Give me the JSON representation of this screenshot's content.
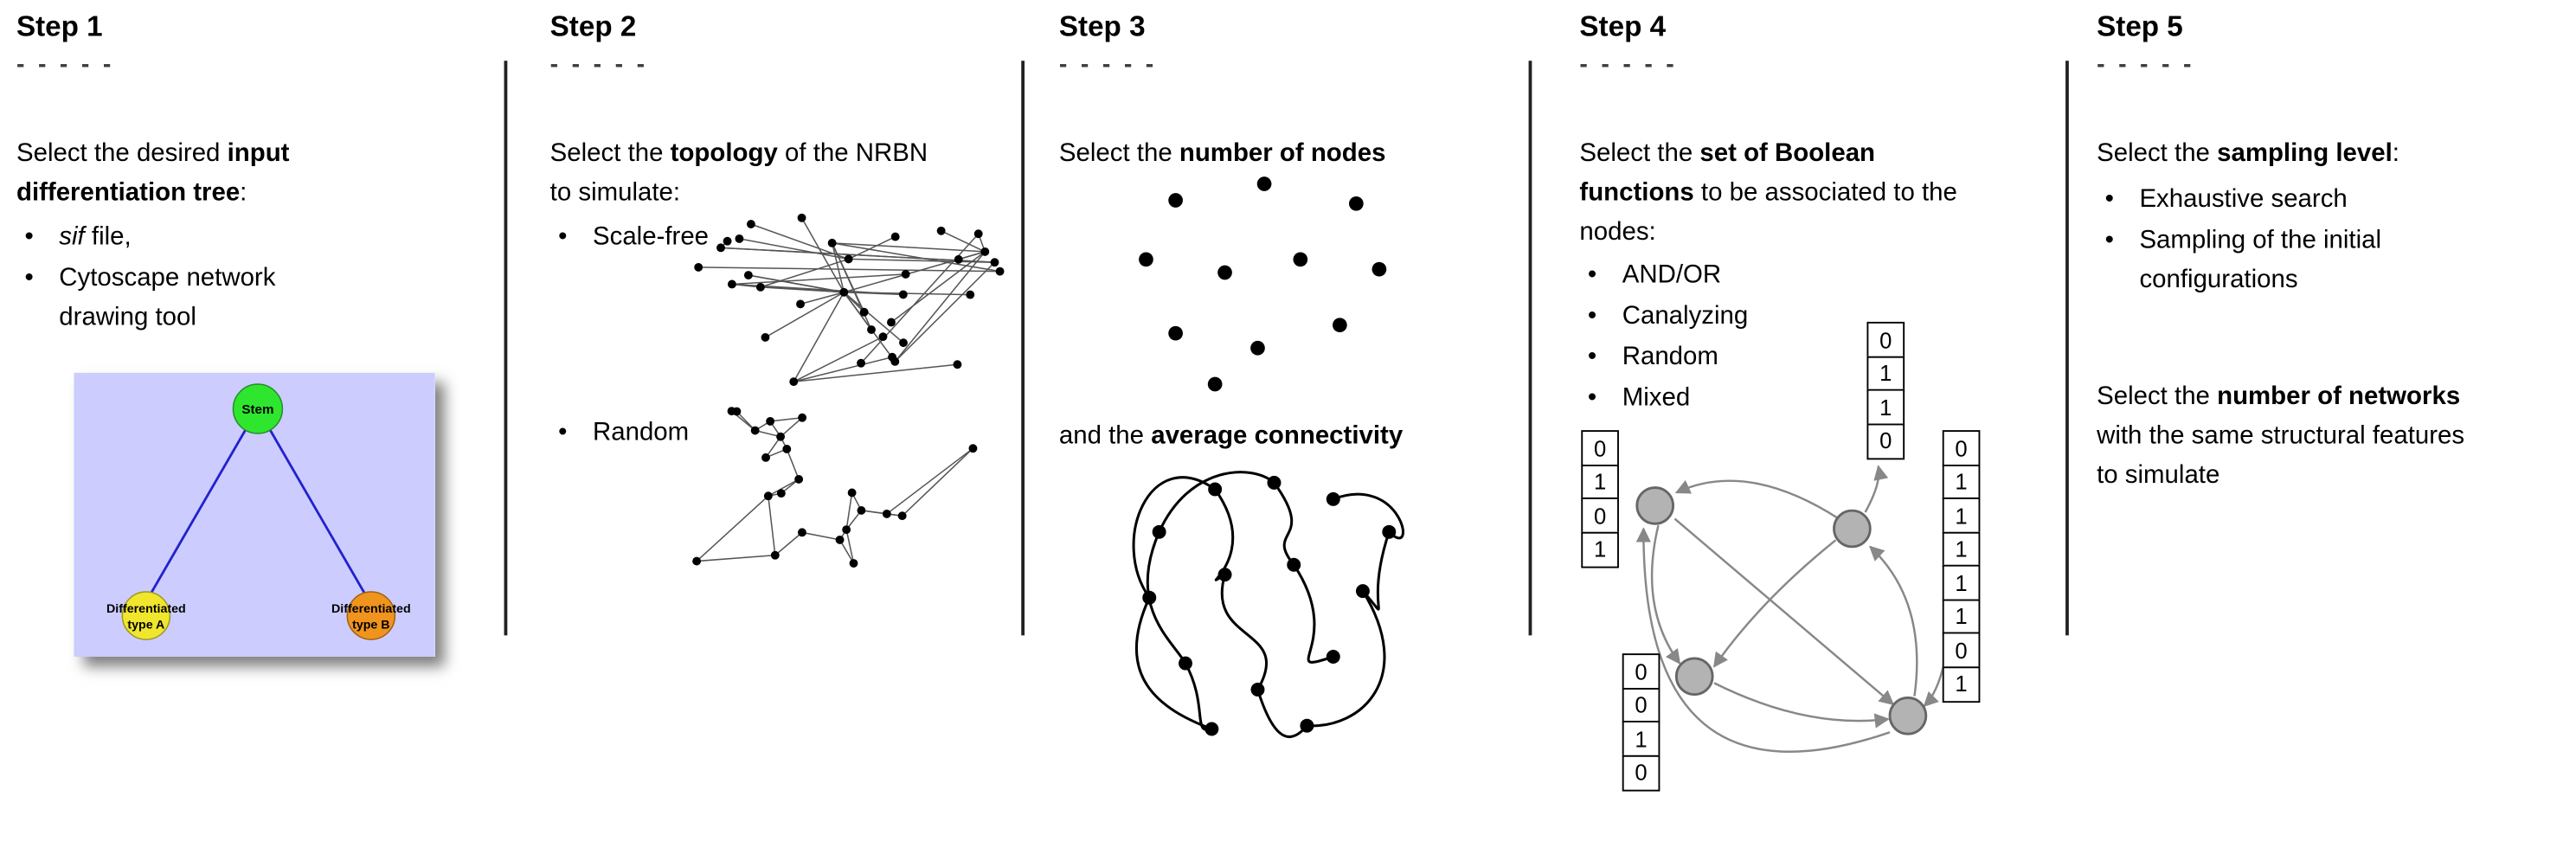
{
  "ui": {
    "bullet": "•"
  },
  "colors": {
    "tree_bg": "#ccccff",
    "tree_edge": "#2222cc",
    "stem_node": "#2ee62e",
    "type_a_node": "#f0e62e",
    "type_b_node": "#f0941e",
    "boolean_node": "#b3b3b3"
  },
  "steps": [
    {
      "title": "Step 1",
      "dashes": "- - - - -",
      "intro": {
        "prefix": "Select the desired ",
        "bold": "input differentiation tree",
        "suffix": ":"
      },
      "bullets": [
        {
          "italic": "sif",
          "rest": " file,"
        },
        {
          "text": "Cytoscape network drawing tool"
        }
      ],
      "tree": {
        "stem": "Stem",
        "type_a": [
          "Differentiated",
          "type A"
        ],
        "type_b": [
          "Differentiated",
          "type B"
        ]
      }
    },
    {
      "title": "Step 2",
      "dashes": "- - - - -",
      "intro": {
        "prefix": "Select the ",
        "bold": "topology",
        "suffix": " of the NRBN to simulate:"
      },
      "bullets": [
        {
          "text": "Scale-free"
        },
        {
          "text": "Random"
        }
      ]
    },
    {
      "title": "Step 3",
      "dashes": "- - - - -",
      "intro": {
        "prefix": "Select the ",
        "bold": "number of nodes",
        "suffix": ""
      },
      "second": {
        "prefix": "and the ",
        "bold": "average connectivity",
        "suffix": ""
      }
    },
    {
      "title": "Step 4",
      "dashes": "- - - - -",
      "intro": {
        "prefix": "Select the ",
        "bold": "set of Boolean functions",
        "suffix": " to be associated to the nodes:"
      },
      "bullets": [
        {
          "text": "AND/OR"
        },
        {
          "text": "Canalyzing"
        },
        {
          "text": "Random"
        },
        {
          "text": "Mixed"
        }
      ],
      "tables": {
        "left": [
          "0",
          "1",
          "0",
          "1"
        ],
        "top": [
          "0",
          "1",
          "1",
          "0"
        ],
        "right": [
          "0",
          "1",
          "1",
          "1",
          "1",
          "1",
          "0",
          "1"
        ],
        "bottom": [
          "0",
          "0",
          "1",
          "0"
        ]
      }
    },
    {
      "title": "Step 5",
      "dashes": "- - - - -",
      "intro": {
        "prefix": "Select the ",
        "bold": "sampling level",
        "suffix": ":"
      },
      "bullets": [
        {
          "text": "Exhaustive search"
        },
        {
          "text": "Sampling of the initial configurations"
        }
      ],
      "second": {
        "prefix": "Select the ",
        "bold": "number of networks",
        "suffix": " with the same structural features to simulate"
      }
    }
  ]
}
